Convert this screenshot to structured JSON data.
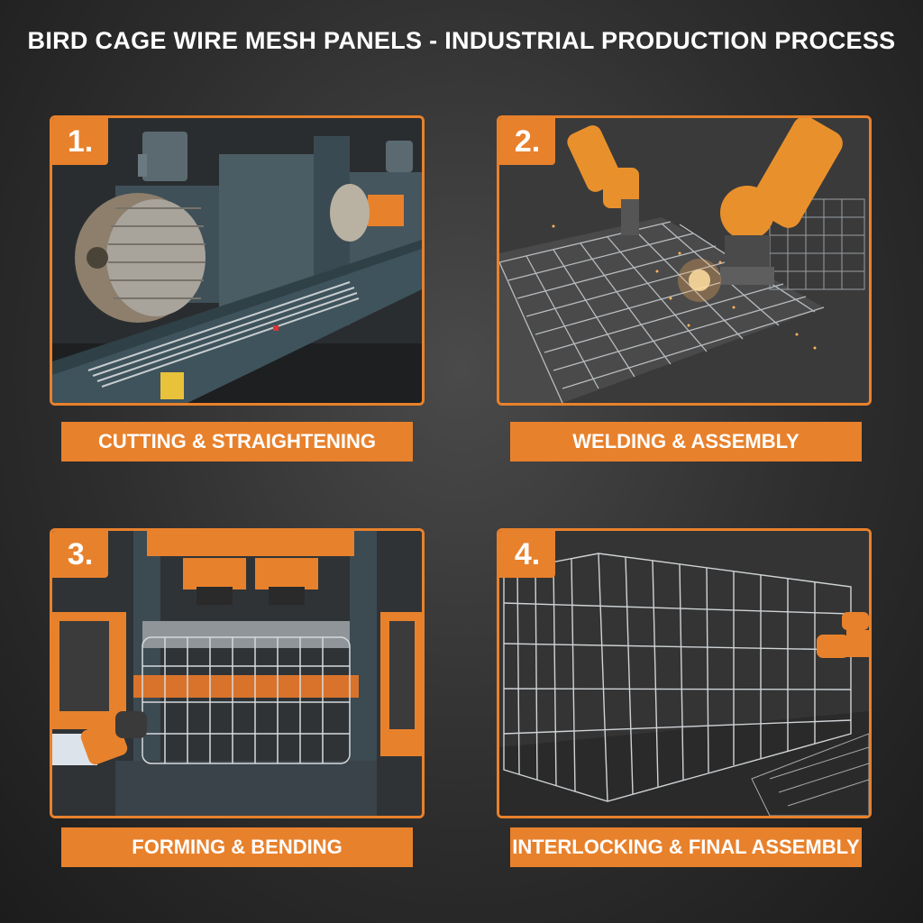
{
  "title": "BIRD CAGE WIRE MESH PANELS - INDUSTRIAL PRODUCTION PROCESS",
  "accent_color": "#e8812c",
  "steps": [
    {
      "number": "1.",
      "label": "CUTTING & STRAIGHTENING",
      "scene": "wire-straightening-machine"
    },
    {
      "number": "2.",
      "label": "WELDING & ASSEMBLY",
      "scene": "robotic-welding-arms"
    },
    {
      "number": "3.",
      "label": "FORMING & BENDING",
      "scene": "hydraulic-press-bending"
    },
    {
      "number": "4.",
      "label": "INTERLOCKING & FINAL ASSEMBLY",
      "scene": "assembled-wire-cage"
    }
  ]
}
